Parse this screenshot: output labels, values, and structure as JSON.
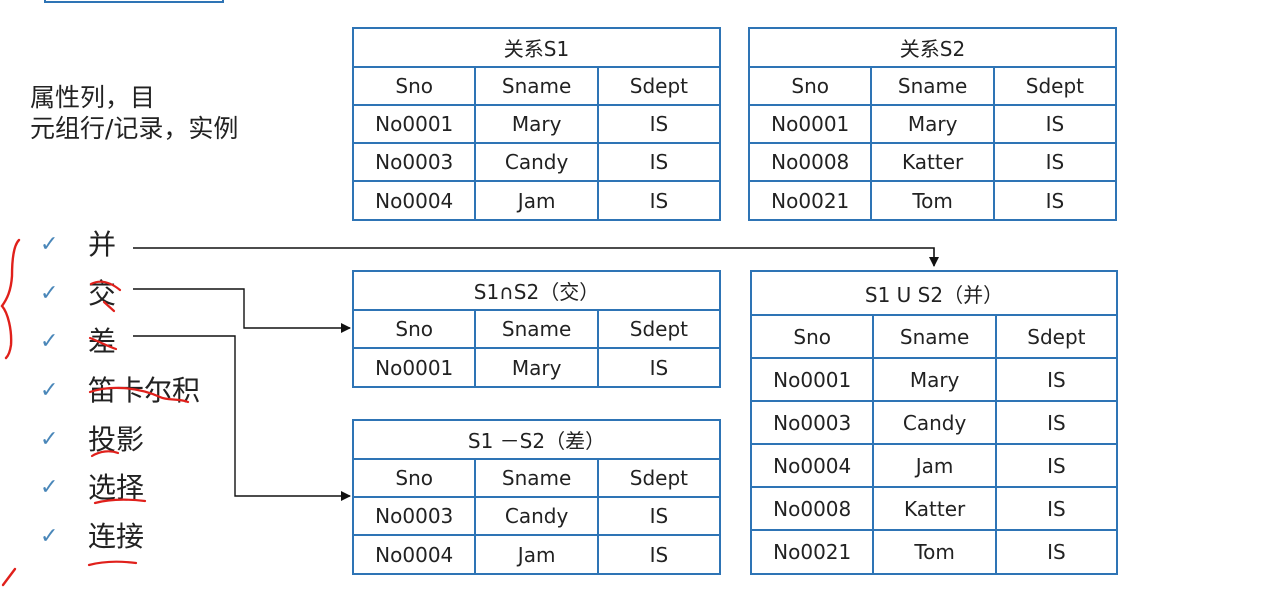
{
  "intro": {
    "line1": "属性列，目",
    "line2": "元组行/记录，实例"
  },
  "operations": [
    {
      "label": "并"
    },
    {
      "label": "交"
    },
    {
      "label": "差"
    },
    {
      "label": "笛卡尔积"
    },
    {
      "label": "投影"
    },
    {
      "label": "选择"
    },
    {
      "label": "连接"
    }
  ],
  "columns": [
    "Sno",
    "Sname",
    "Sdept"
  ],
  "tables": {
    "s1": {
      "title": "关系S1",
      "rows": [
        [
          "No0001",
          "Mary",
          "IS"
        ],
        [
          "No0003",
          "Candy",
          "IS"
        ],
        [
          "No0004",
          "Jam",
          "IS"
        ]
      ]
    },
    "s2": {
      "title": "关系S2",
      "rows": [
        [
          "No0001",
          "Mary",
          "IS"
        ],
        [
          "No0008",
          "Katter",
          "IS"
        ],
        [
          "No0021",
          "Tom",
          "IS"
        ]
      ]
    },
    "intersect": {
      "title": "S1∩S2（交）",
      "rows": [
        [
          "No0001",
          "Mary",
          "IS"
        ]
      ]
    },
    "difference": {
      "title": "S1 －S2（差）",
      "rows": [
        [
          "No0003",
          "Candy",
          "IS"
        ],
        [
          "No0004",
          "Jam",
          "IS"
        ]
      ]
    },
    "union": {
      "title": "S1 U S2（并）",
      "rows": [
        [
          "No0001",
          "Mary",
          "IS"
        ],
        [
          "No0003",
          "Candy",
          "IS"
        ],
        [
          "No0004",
          "Jam",
          "IS"
        ],
        [
          "No0008",
          "Katter",
          "IS"
        ],
        [
          "No0021",
          "Tom",
          "IS"
        ]
      ]
    }
  },
  "colors": {
    "border": "#2e74b5",
    "check": "#4a87b9",
    "annotation": "#e0201b",
    "arrow": "#111111"
  }
}
